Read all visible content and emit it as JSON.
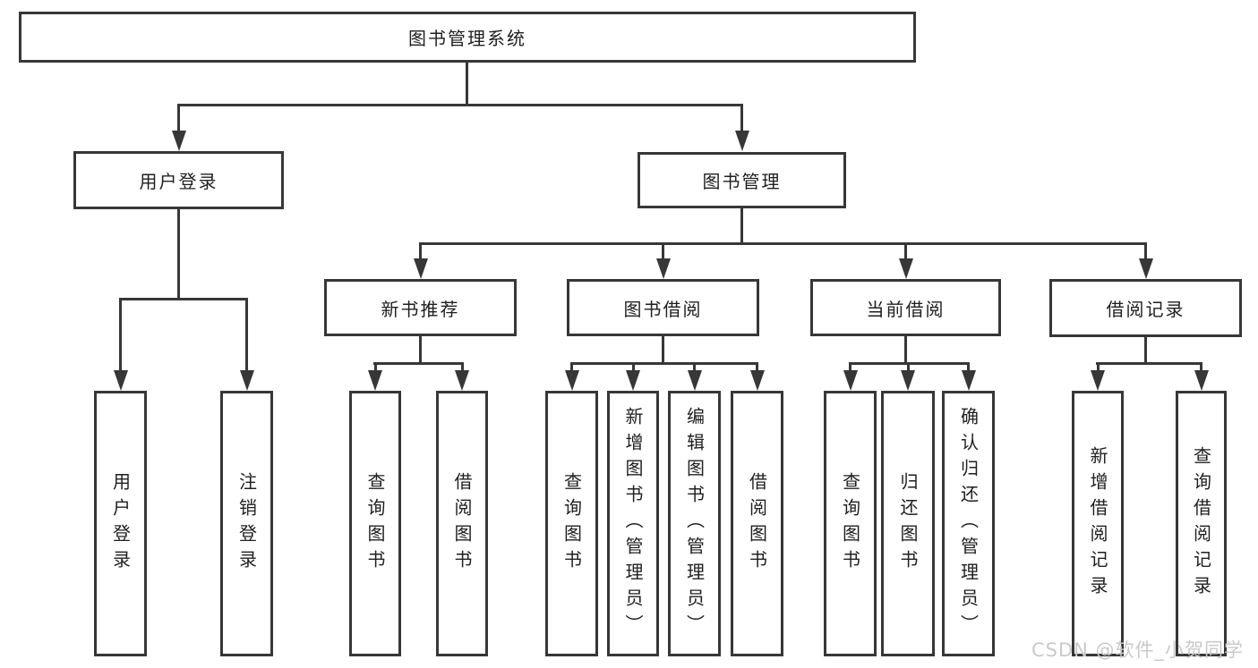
{
  "diagram": {
    "type": "tree",
    "root": {
      "label": "图书管理系统",
      "children": [
        {
          "label": "用户登录",
          "children": [
            {
              "label": "用户登录"
            },
            {
              "label": "注销登录"
            }
          ]
        },
        {
          "label": "图书管理",
          "children": [
            {
              "label": "新书推荐",
              "children": [
                {
                  "label": "查询图书"
                },
                {
                  "label": "借阅图书"
                }
              ]
            },
            {
              "label": "图书借阅",
              "children": [
                {
                  "label": "查询图书"
                },
                {
                  "label": "新增图书（管理员）"
                },
                {
                  "label": "编辑图书（管理员）"
                },
                {
                  "label": "借阅图书"
                }
              ]
            },
            {
              "label": "当前借阅",
              "children": [
                {
                  "label": "查询图书"
                },
                {
                  "label": "归还图书"
                },
                {
                  "label": "确认归还（管理员）"
                }
              ]
            },
            {
              "label": "借阅记录",
              "children": [
                {
                  "label": "新增借阅记录"
                },
                {
                  "label": "查询借阅记录"
                }
              ]
            }
          ]
        }
      ]
    }
  },
  "watermark": {
    "text": "CSDN @软件_小贺同学"
  },
  "colors": {
    "line": "#373737",
    "text": "#1f1f1f",
    "box_background": "#ffffff",
    "watermark": "#c9c9c9",
    "page_background": "#ffffff"
  }
}
